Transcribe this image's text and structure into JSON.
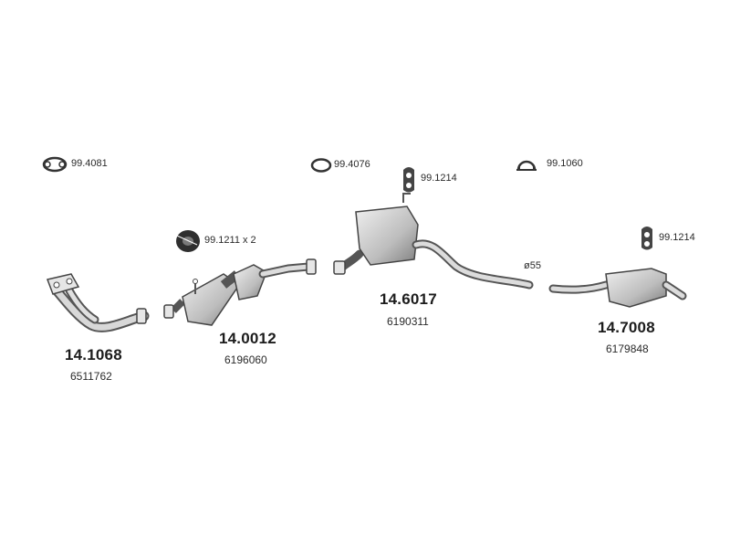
{
  "accessories": [
    {
      "icon": "gasket-ring-double-icon",
      "code": "99.4081"
    },
    {
      "icon": "gasket-ring-icon",
      "code": "99.4076"
    },
    {
      "icon": "rubber-hanger-icon",
      "code": "99.1214"
    },
    {
      "icon": "exhaust-clamp-icon",
      "code": "99.1060"
    },
    {
      "icon": "rubber-mount-icon",
      "code": "99.1211 x 2"
    },
    {
      "icon": "rubber-hanger-icon",
      "code": "99.1214"
    }
  ],
  "parts": [
    {
      "name": "front-pipe",
      "code": "14.1068",
      "oem": "6511762"
    },
    {
      "name": "catalytic-converter",
      "code": "14.0012",
      "oem": "6196060"
    },
    {
      "name": "middle-silencer",
      "code": "14.6017",
      "oem": "6190311"
    },
    {
      "name": "rear-silencer",
      "code": "14.7008",
      "oem": "6179848"
    }
  ],
  "pipe_diameter_label": "ø55",
  "colors": {
    "part_fill": "#cfcfcf",
    "part_stroke": "#4a4a4a",
    "shadow": "#9a9a9a"
  }
}
